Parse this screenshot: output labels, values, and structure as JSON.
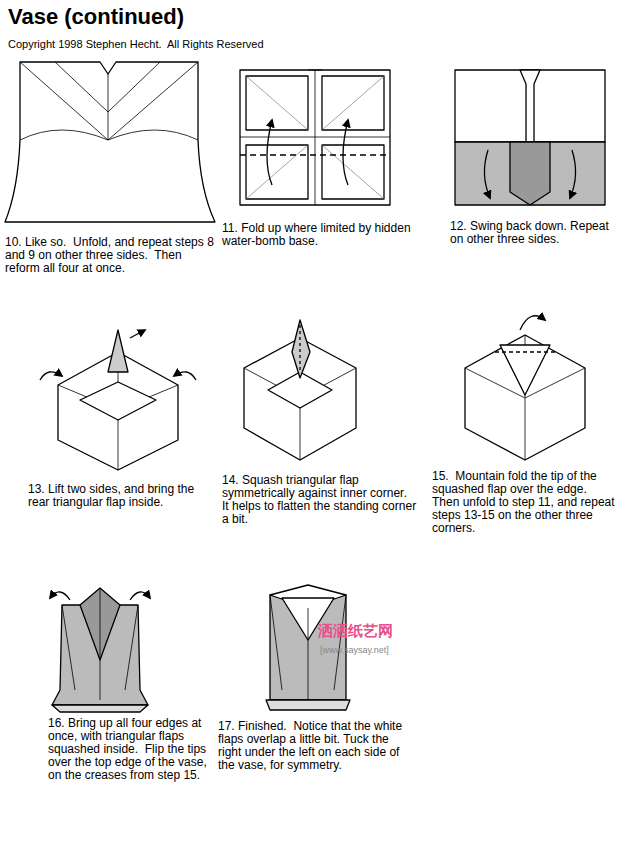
{
  "diagram": {
    "title": "Vase (continued)",
    "labels": [
      "Copyright 1998 Stephen Hecht.  All Rights Reserved",
      "10. Like so.  Unfold, and repeat steps 8 and 9 on other three sides.  Then reform all four at once.",
      "11. Fold up where limited by hidden water-bomb base.",
      "12. Swing back down. Repeat on other three sides.",
      "13. Lift two sides, and bring the rear triangular flap inside.",
      "14. Squash triangular flap symmetrically against inner corner.  It helps to flatten the standing corner a bit.",
      "15.  Mountain fold the tip of the squashed flap over the edge. Then unfold to step 11, and repeat steps 13-15 on the other three corners.",
      "16. Bring up all four edges at once, with triangular flaps squashed inside.  Flip the tips over the top edge of the vase, on the creases from step 15.",
      "17. Finished.  Notice that the white flaps overlap a little bit. Tuck the right under the left on each side of the vase, for symmetry.",
      "洒洒纸艺网",
      "[www.saysay.net]"
    ]
  }
}
